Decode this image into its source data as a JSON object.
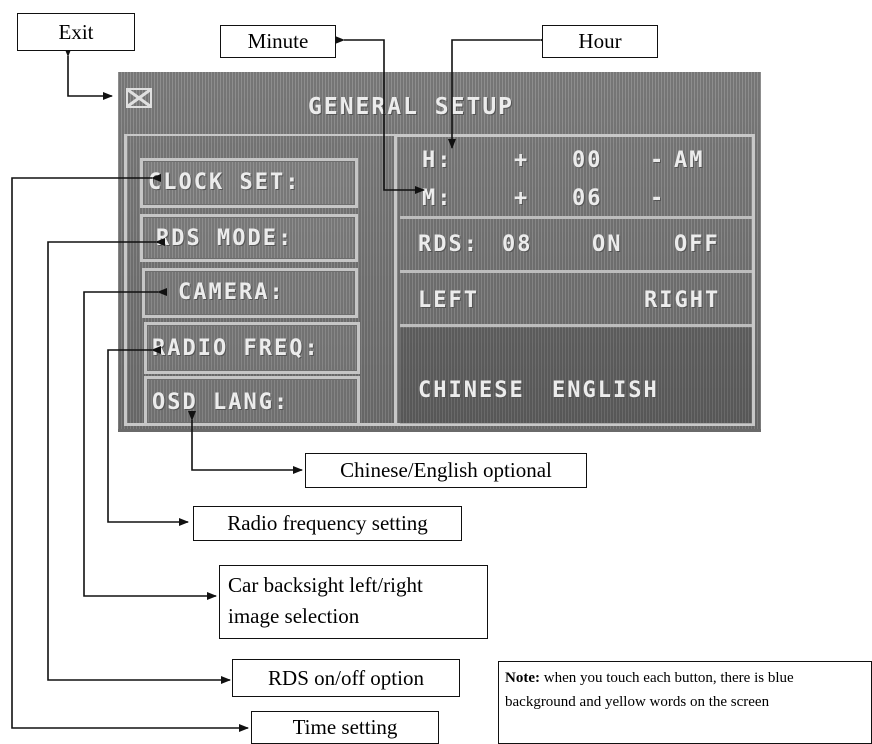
{
  "callouts": {
    "exit": "Exit",
    "minute": "Minute",
    "hour": "Hour",
    "language": "Chinese/English optional",
    "radio": "Radio frequency setting",
    "camera": "Car backsight left/right image selection",
    "rds": "RDS on/off option",
    "time": "Time setting"
  },
  "note": {
    "label": "Note:",
    "text": " when you touch each button, there is blue background and yellow words on the screen"
  },
  "screen": {
    "close_icon": "close-x-icon",
    "title": "GENERAL SETUP",
    "buttons": {
      "clock": "CLOCK SET:",
      "rds": "RDS MODE:",
      "camera": "CAMERA:",
      "radio": "RADIO FREQ:",
      "osd": "OSD LANG:"
    },
    "hour_row": {
      "label": "H:",
      "plus": "+",
      "value": "00",
      "minus": "-",
      "ampm": "AM"
    },
    "minute_row": {
      "label": "M:",
      "plus": "+",
      "value": "06",
      "minus": "-"
    },
    "rds_row": {
      "label": "RDS:",
      "value": "08",
      "on": "ON",
      "off": "OFF"
    },
    "camera_row": {
      "left": "LEFT",
      "right": "RIGHT"
    },
    "lang_row": {
      "chinese": "CHINESE",
      "english": "ENGLISH"
    }
  },
  "colors": {
    "screen_bg": "#8a8a8a",
    "screen_text": "#ececec",
    "line": "#111111"
  }
}
